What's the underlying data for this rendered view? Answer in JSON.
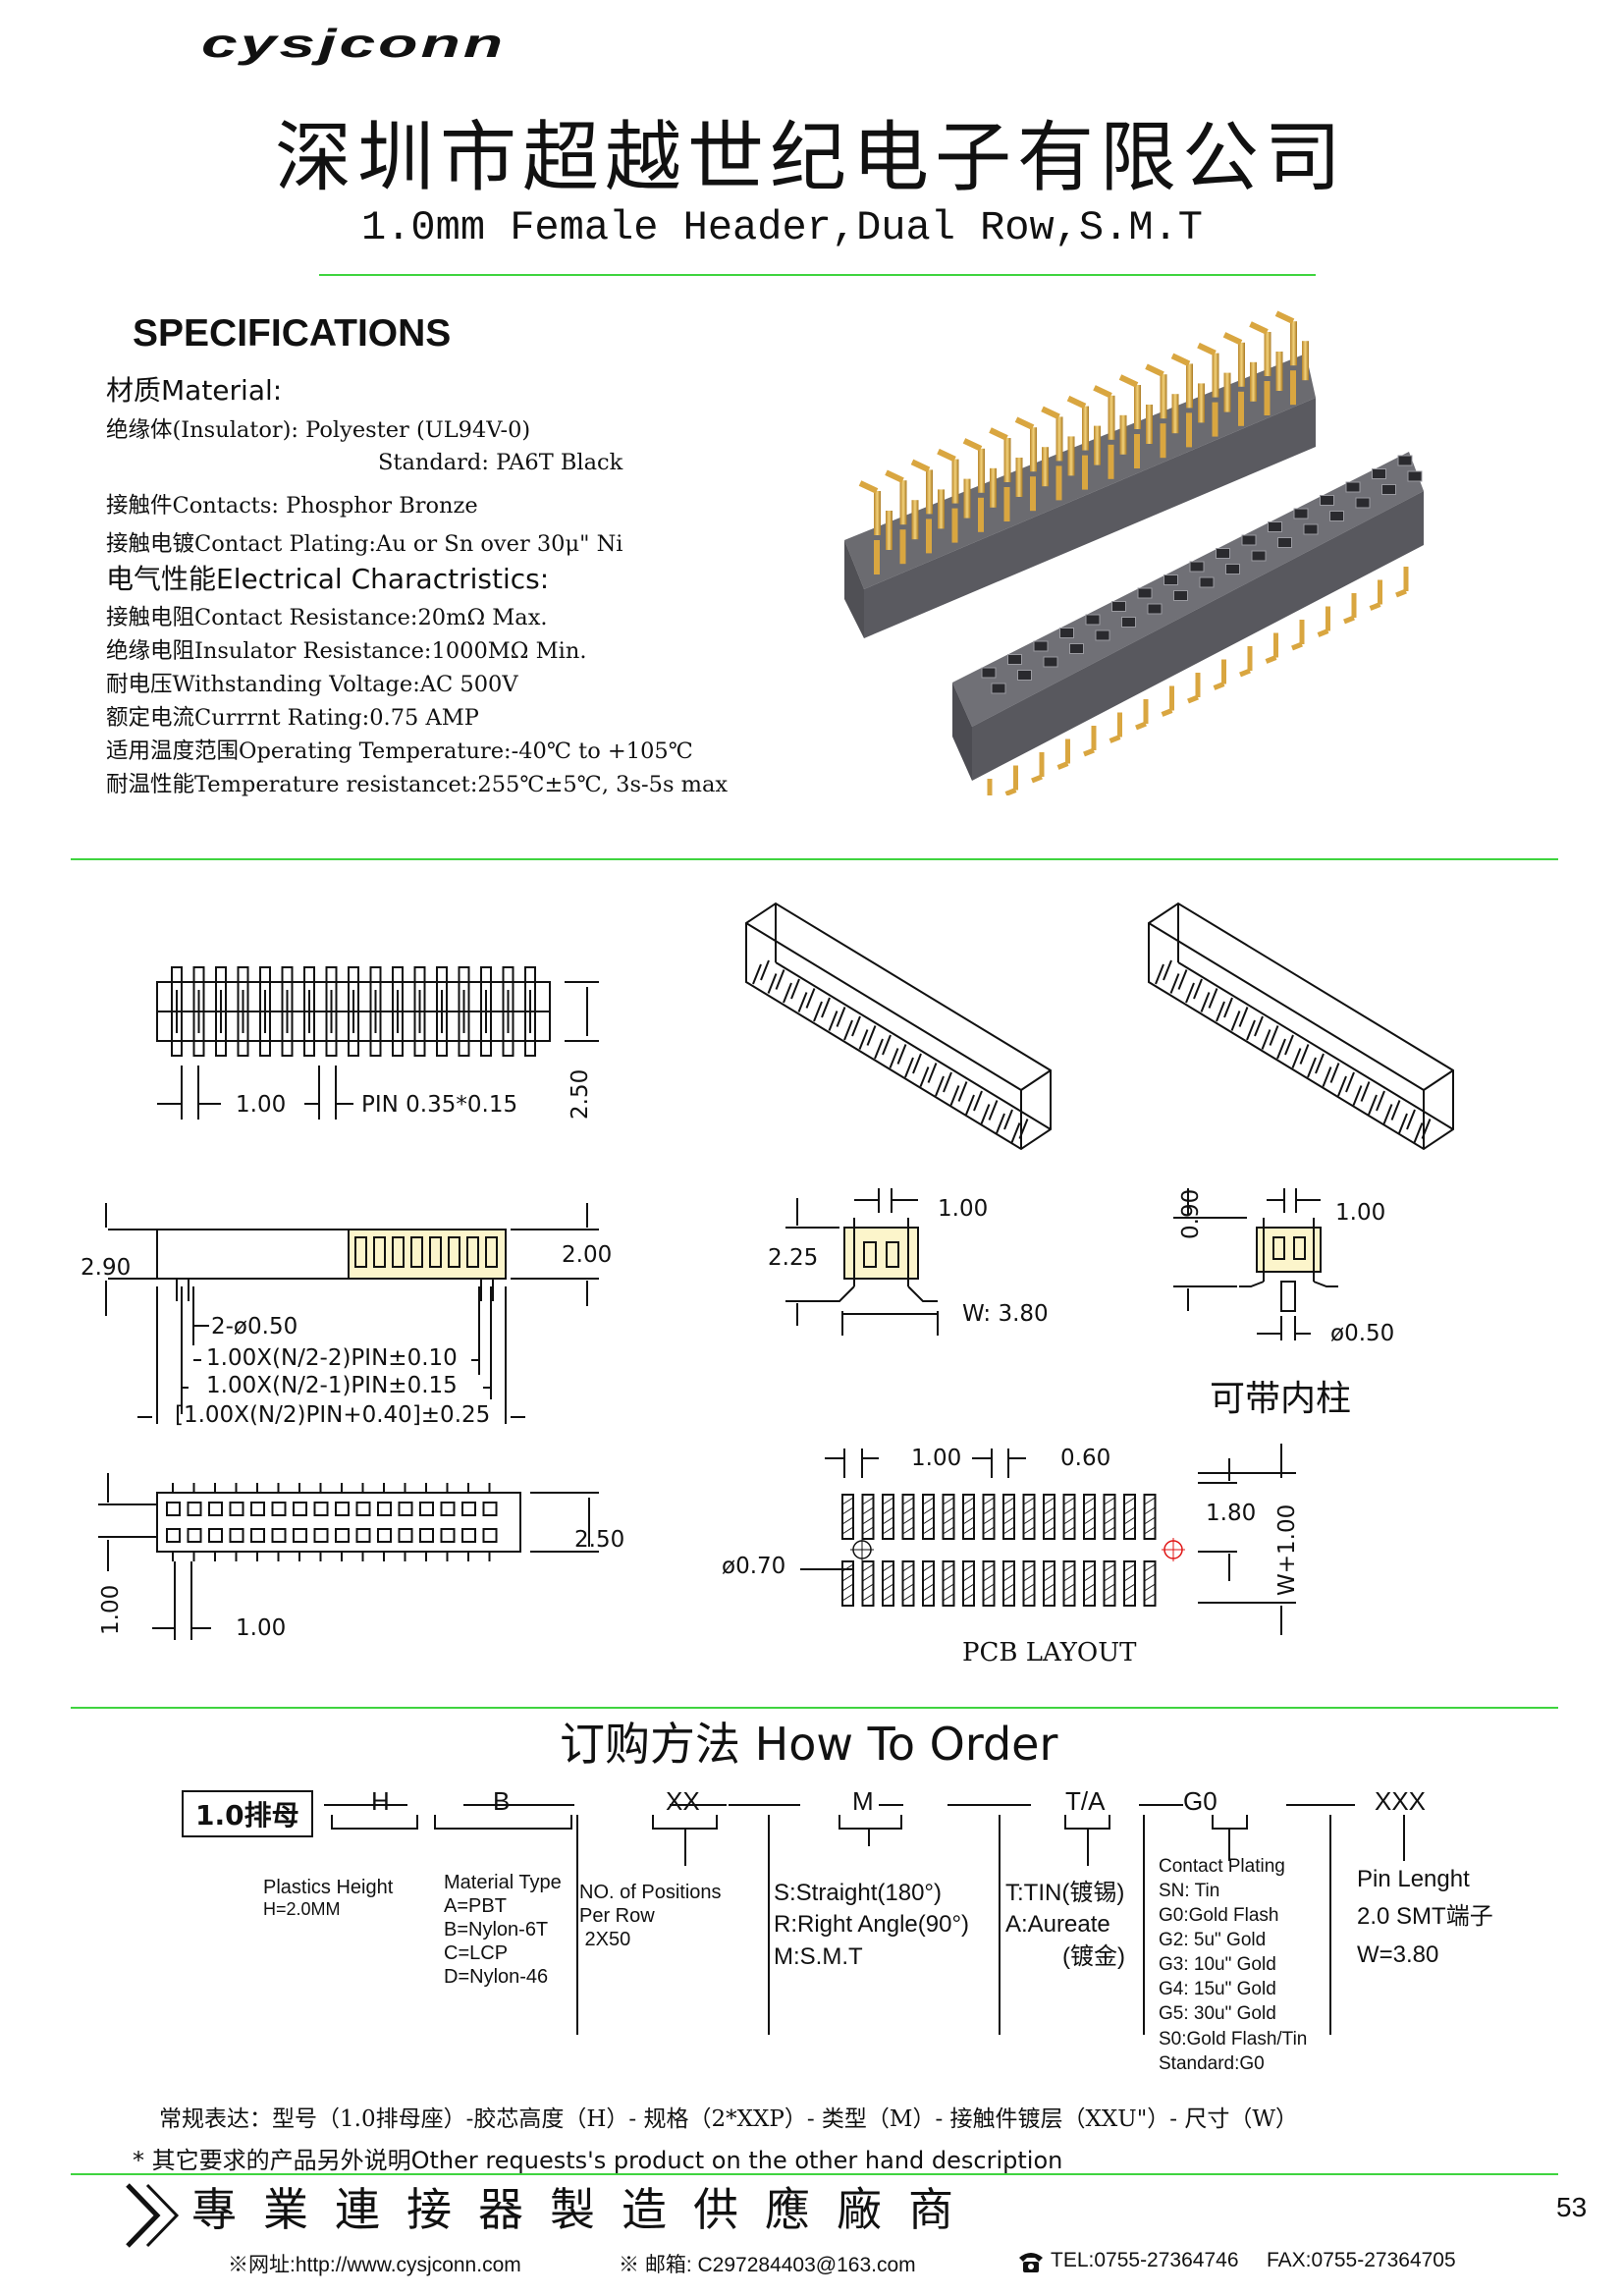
{
  "header": {
    "logo": "cysjconn",
    "company_cn": "深圳市超越世纪电子有限公司",
    "product_title": "1.0mm Female Header,Dual Row,S.M.T"
  },
  "specs": {
    "heading": "SPECIFICATIONS",
    "material_heading": "材质Material:",
    "insulator": "绝缘体(Insulator):  Polyester (UL94V-0)",
    "insulator_std": "Standard: PA6T Black",
    "contacts": "接触件Contacts: Phosphor Bronze",
    "plating": "接触电镀Contact Plating:Au or Sn over 30μ\" Ni",
    "electrical_heading": "电气性能Electrical Charactristics:",
    "contact_resistance": "接触电阻Contact Resistance:20mΩ Max.",
    "insulator_resistance": "绝缘电阻Insulator Resistance:1000MΩ Min.",
    "voltage": "耐电压Withstanding Voltage:AC 500V",
    "current": "额定电流Currrnt Rating:0.75 AMP",
    "temp_range": "适用温度范围Operating Temperature:-40℃ to +105℃",
    "temp_resist": "耐温性能Temperature resistancet:255℃±5℃, 3s-5s max"
  },
  "drawing": {
    "pitch_top": "1.00",
    "pin_size": "PIN 0.35*0.15",
    "height_top": "2.50",
    "side_h1": "2.90",
    "side_h2": "2.00",
    "peg": "2-ø0.50",
    "dim_a": "1.00X(N/2-2)PIN±0.10",
    "dim_b": "1.00X(N/2-1)PIN±0.15",
    "dim_c": "[1.00X(N/2)PIN+0.40]±0.25",
    "bottom_w": "2.50",
    "bottom_row": "1.00",
    "bottom_pitch": "1.00",
    "end1_h": "2.25",
    "end1_pitch": "1.00",
    "end1_w": "W: 3.80",
    "end2_h": "0.90",
    "end2_pitch": "1.00",
    "end2_peg": "ø0.50",
    "end2_note": "可带内柱",
    "pcb_pitch": "1.00",
    "pcb_pad": "0.60",
    "pcb_gap": "1.80",
    "pcb_w": "W+1.00",
    "pcb_hole": "ø0.70",
    "pcb_title": "PCB LAYOUT"
  },
  "order": {
    "title": "订购方法  How To Order",
    "base": "1.0排母",
    "codes": [
      "H",
      "B",
      "XX",
      "M",
      "T/A",
      "G0",
      "XXX"
    ],
    "height_lbl": "Plastics Height",
    "height_val": "H=2.0MM",
    "material_lines": [
      "Material Type",
      "A=PBT",
      "B=Nylon-6T",
      "C=LCP",
      "D=Nylon-46"
    ],
    "positions_lines": [
      "NO. of Positions",
      "Per Row",
      " 2X50"
    ],
    "type_lines": [
      "S:Straight(180°)",
      "R:Right Angle(90°)",
      "M:S.M.T"
    ],
    "plating_lines": [
      "T:TIN(镀锡)",
      "A:Aureate",
      "(镀金)"
    ],
    "contact_lines": [
      "Contact Plating",
      "SN: Tin",
      "G0:Gold Flash",
      "G2:  5u\" Gold",
      "G3: 10u\" Gold",
      "G4: 15u\" Gold",
      "G5: 30u\" Gold",
      "S0:Gold Flash/Tin",
      "Standard:G0"
    ],
    "length_lines": [
      "Pin Lenght",
      "2.0 SMT端子",
      "W=3.80"
    ],
    "regular": "常规表达：型号（1.0排母座）-胶芯高度（H）- 规格（2*XXP）- 类型（M）- 接触件镀层（XXU\"）- 尺寸（W）",
    "other": "* 其它要求的产品另外说明Other requests's product on the other hand description"
  },
  "footer": {
    "slogan": "專業連接器製造供應廠商",
    "page": "53",
    "web": "※网址:http://www.cysjconn.com",
    "email": "※ 邮箱:  C297284403@163.com",
    "tel": "TEL:0755-27364746",
    "fax": "FAX:0755-27364705"
  }
}
